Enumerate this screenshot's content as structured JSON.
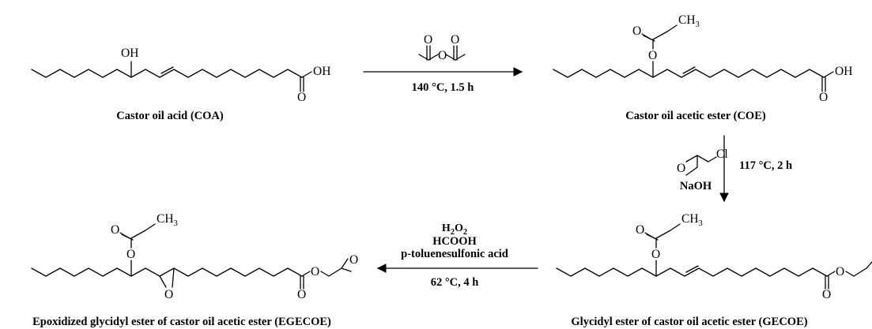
{
  "compounds": {
    "coa": {
      "label": "Castor oil acid (COA)"
    },
    "coe": {
      "label": "Castor oil acetic ester (COE)"
    },
    "gecoe": {
      "label": "Glycidyl ester of castor oil acetic ester (GECOE)"
    },
    "egecoe": {
      "label": "Epoxidized glycidyl ester of castor oil acetic ester (EGECOE)"
    }
  },
  "reactions": {
    "r1": {
      "condition": "140 °C, 1.5 h"
    },
    "r2": {
      "reagent": "NaOH",
      "condition": "117 °C, 2 h"
    },
    "r3": {
      "reagents": [
        "H2O2",
        "HCOOH",
        "p-toluenesulfonic acid"
      ],
      "condition": "62 °C, 4 h"
    }
  },
  "atoms": {
    "oh": "OH",
    "o": "O",
    "ch": "CH",
    "three": "3",
    "two": "2",
    "h": "H",
    "cl": "Cl"
  },
  "colors": {
    "ink": "#000000",
    "background": "#ffffff"
  }
}
